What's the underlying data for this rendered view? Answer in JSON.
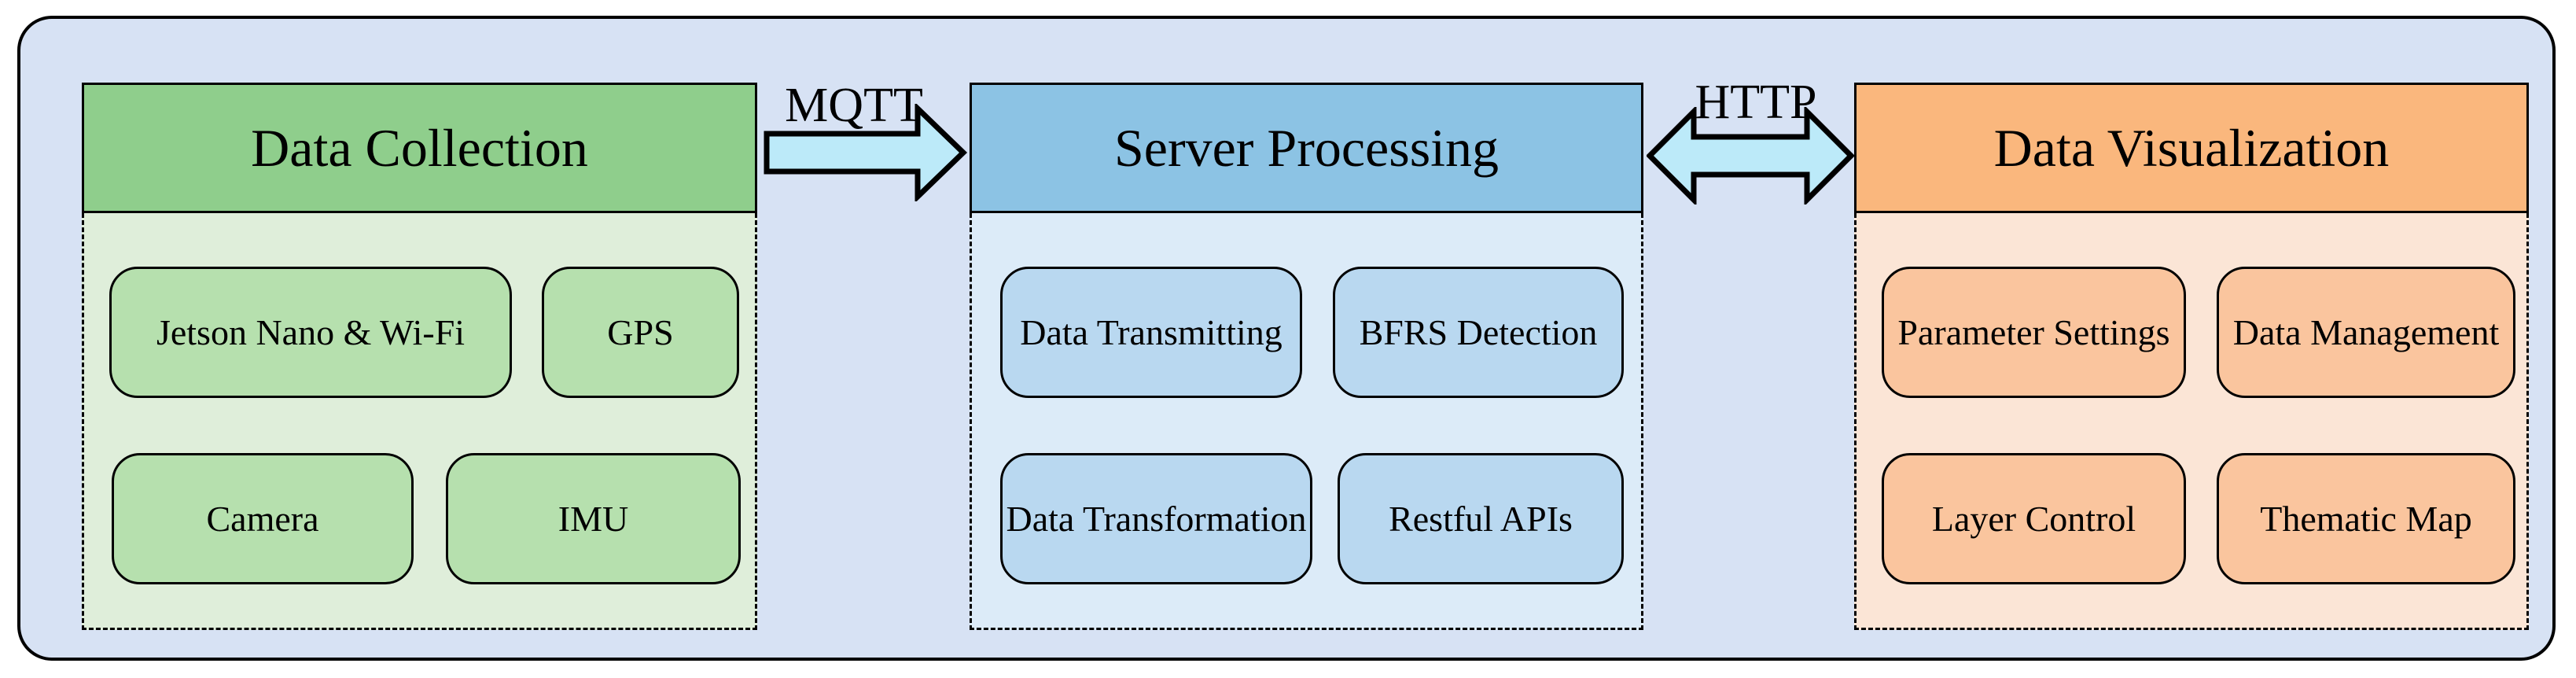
{
  "diagram": {
    "colors": {
      "background": "#d7e2f4",
      "outline": "#000000",
      "arrow_fill": "#bceaf9"
    },
    "panels": [
      {
        "title": "Data Collection",
        "colors": {
          "header": "#8fce8c",
          "body": "#dfeeda",
          "box": "#b6e0ae"
        },
        "items": [
          "Jetson Nano & Wi-Fi",
          "GPS",
          "Camera",
          "IMU"
        ]
      },
      {
        "title": "Server Processing",
        "colors": {
          "header": "#8cc3e4",
          "body": "#dcebf8",
          "box": "#b9d8f0"
        },
        "items": [
          "Data Transmitting",
          "BFRS Detection",
          "Data Transformation",
          "Restful APIs"
        ]
      },
      {
        "title": "Data Visualization",
        "colors": {
          "header": "#fab77d",
          "body": "#fbe5d6",
          "box": "#fac59e"
        },
        "items": [
          "Parameter Settings",
          "Data Management",
          "Layer Control",
          "Thematic Map"
        ]
      }
    ],
    "connectors": [
      {
        "label": "MQTT",
        "type": "arrow-right"
      },
      {
        "label": "HTTP",
        "type": "arrow-bidirectional"
      }
    ]
  }
}
